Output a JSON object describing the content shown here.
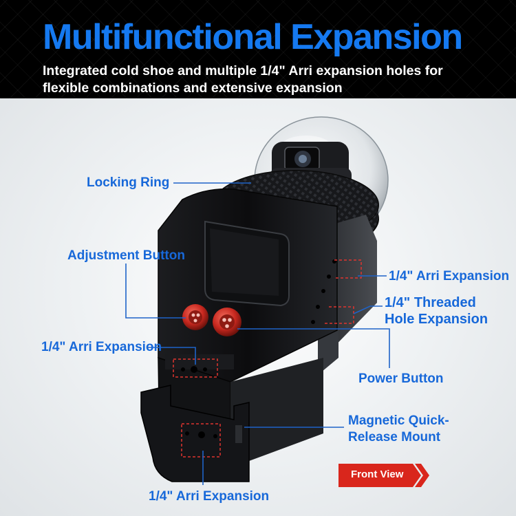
{
  "header": {
    "title": "Multifunctional Expansion",
    "subtitle": "Integrated cold shoe and multiple 1/4\" Arri expansion holes for flexible combinations and extensive expansion"
  },
  "labels": {
    "locking_ring": "Locking Ring",
    "adjustment_button": "Adjustment Button",
    "arri_expansion_left": "1/4\" Arri Expansion",
    "arri_expansion_right": "1/4\" Arri Expansion",
    "threaded_line1": "1/4\" Threaded",
    "threaded_line2": "Hole Expansion",
    "power_button": "Power Button",
    "magnetic_line1": "Magnetic Quick-",
    "magnetic_line2": "Release Mount",
    "arri_expansion_bottom": "1/4\" Arri Expansion"
  },
  "badge": {
    "text": "Front View"
  },
  "colors": {
    "title": "#1579f0",
    "label": "#1768d9",
    "leader_line": "#1e63c8",
    "highlight_dash": "#e0342f",
    "button_red": "#c8281f",
    "badge_red": "#d9261c"
  }
}
